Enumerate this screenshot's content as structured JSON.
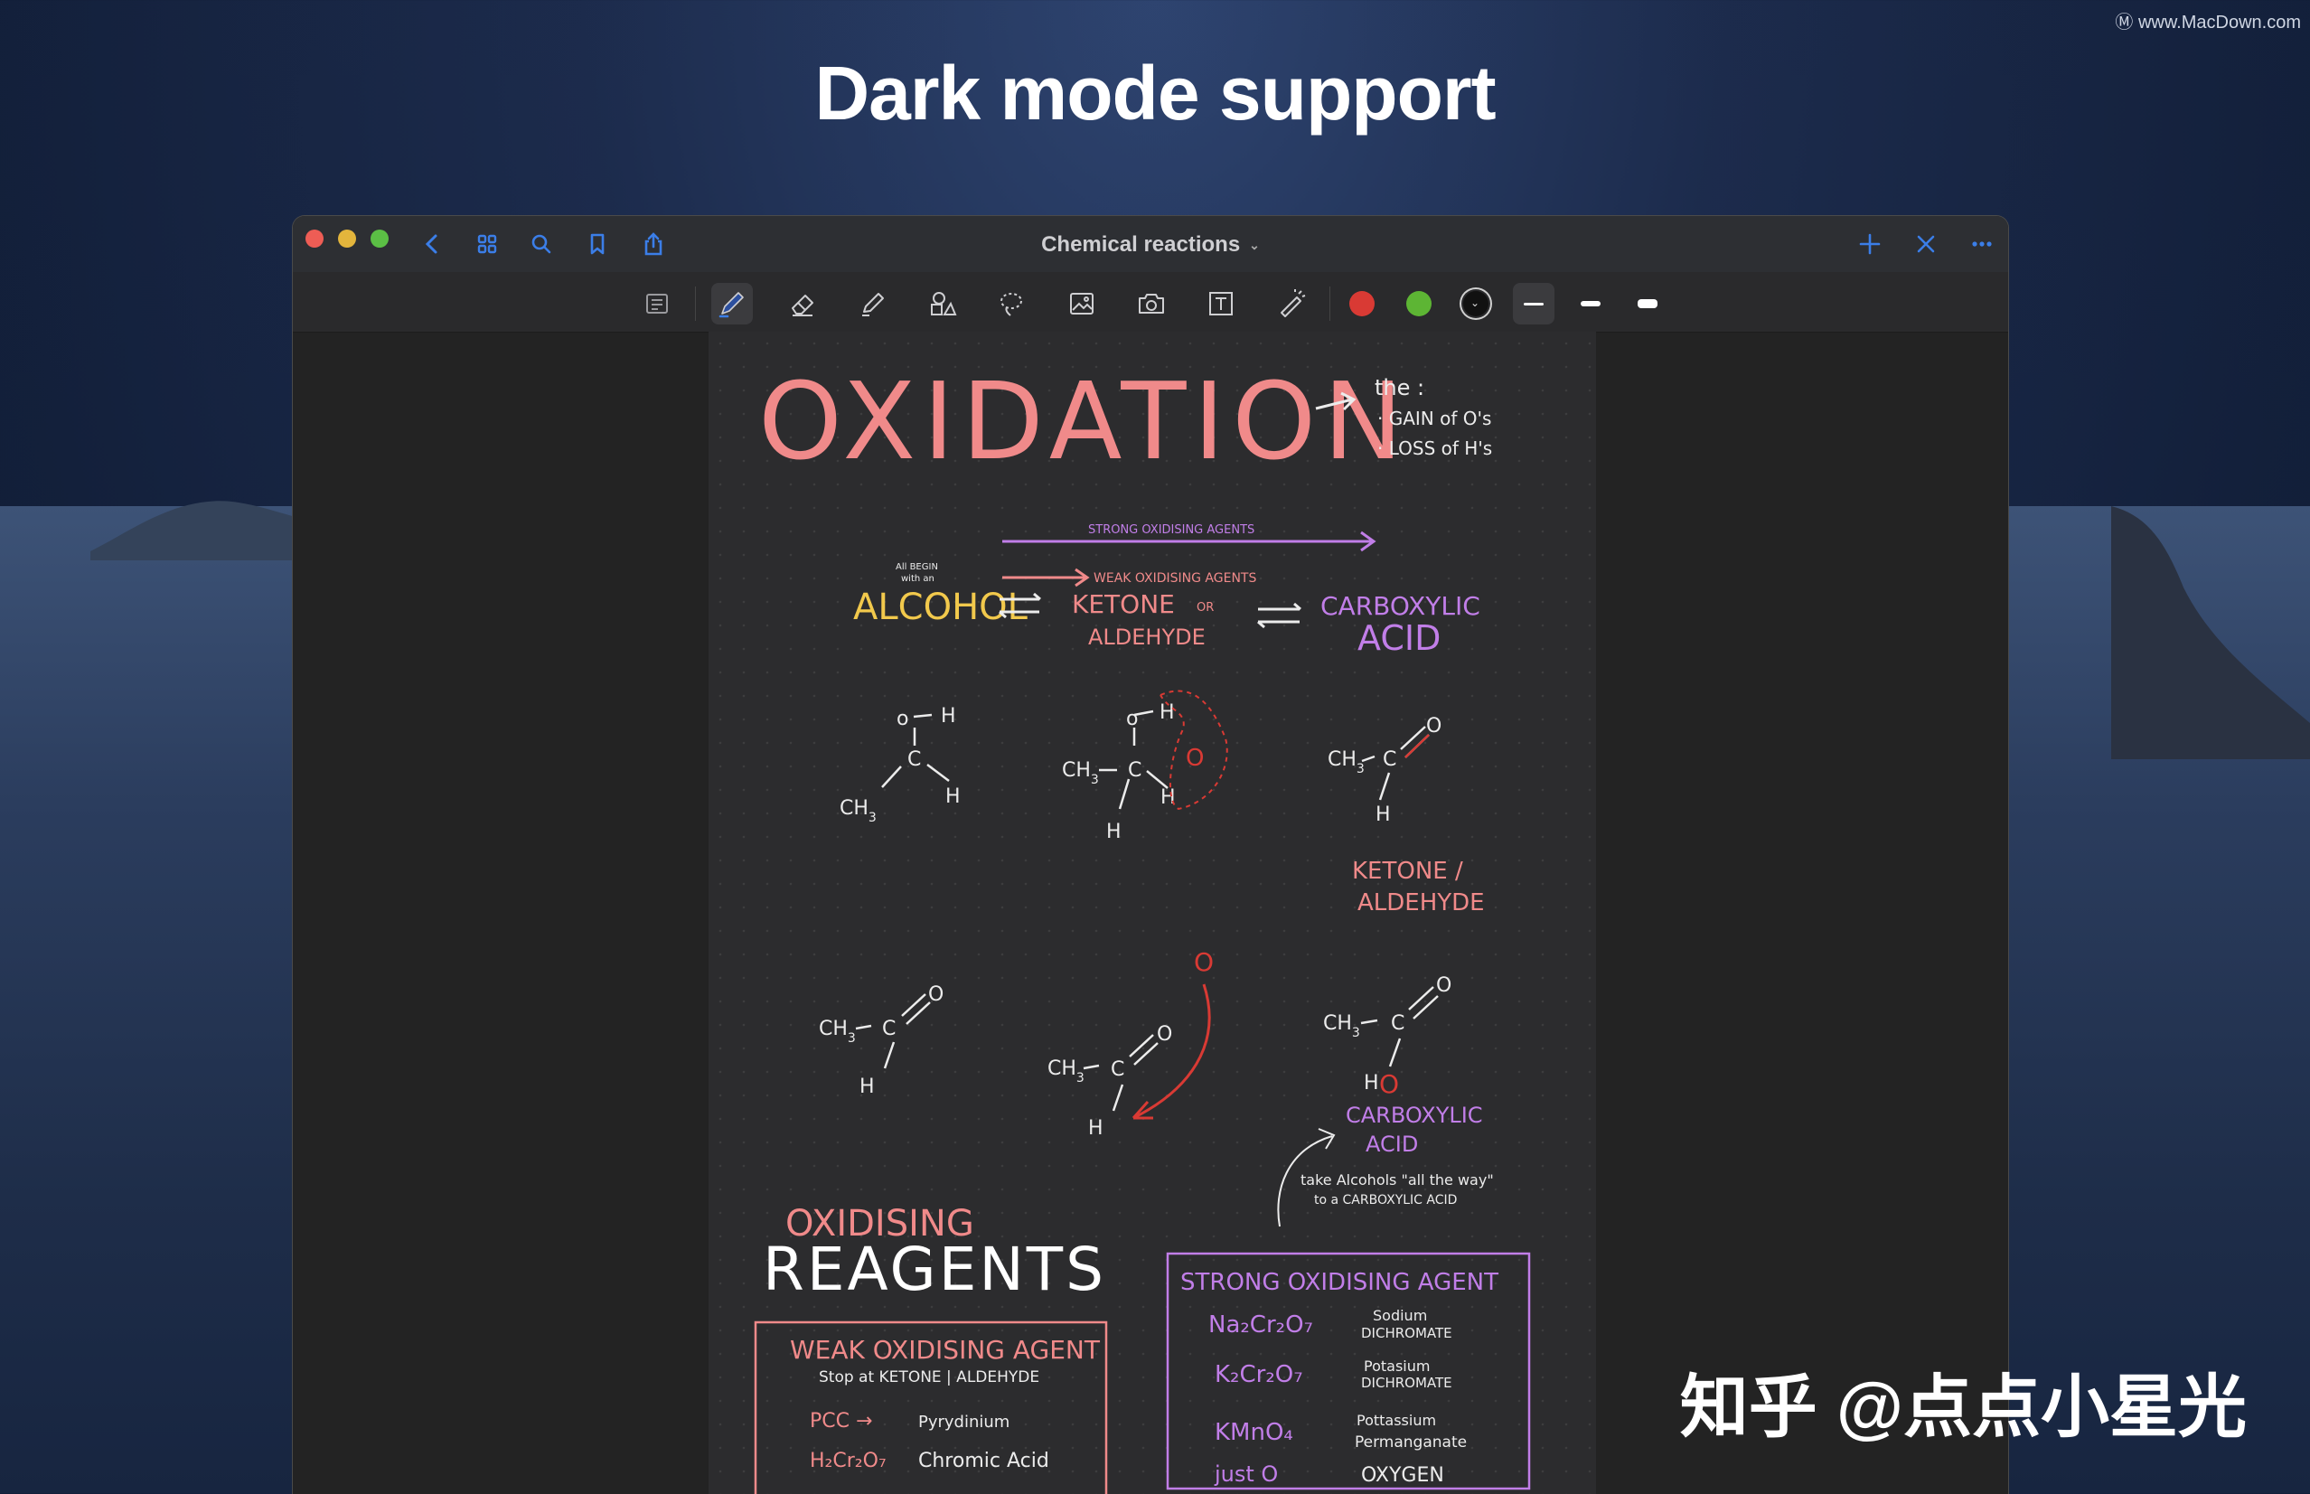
{
  "headline": "Dark mode support",
  "watermark_top": "Ⓜ www.MacDown.com",
  "watermark_bottom": "知乎 @点点小星光",
  "window": {
    "title": "Chemical reactions",
    "titlebar_icons": [
      "back-icon",
      "grid-icon",
      "search-icon",
      "bookmark-icon",
      "share-icon"
    ],
    "right_icons": [
      "add-icon",
      "close-icon",
      "more-icon"
    ]
  },
  "toolbar": {
    "tools": [
      "read-mode-icon",
      "pen-icon",
      "eraser-icon",
      "highlighter-icon",
      "shapes-icon",
      "lasso-icon",
      "image-icon",
      "camera-icon",
      "text-icon",
      "laser-pointer-icon"
    ],
    "selected_tool": "pen-icon",
    "colors": [
      "#d93a34",
      "#5db534",
      "#111111"
    ],
    "selected_color": "#111111"
  },
  "note": {
    "title": "OXIDATION",
    "definition_head": "the :",
    "definition_lines": [
      "· GAIN  of  O's",
      "· LOSS  of  H's"
    ],
    "strong_arrow": "STRONG OXIDISING AGENTS",
    "weak_arrow": "WEAK OXIDISING AGENTS",
    "begin_note_1": "All BEGIN",
    "begin_note_2": "with an",
    "alcohol": "ALCOHOL",
    "ketone_1": "KETONE",
    "ketone_or": "OR",
    "ketone_2": "ALDEHYDE",
    "carboxylic_1": "CARBOXYLIC",
    "carboxylic_2": "ACID",
    "ketone_label_1": "KETONE /",
    "ketone_label_2": "ALDEHYDE",
    "acid_label_1": "CARBOXYLIC",
    "acid_label_2": "ACID",
    "take_note_1": "take  Alcohols  \"all  the  way\"",
    "take_note_2": "to  a  CARBOXYLIC  ACID",
    "reagents_1": "OXIDISING",
    "reagents_2": "REAGENTS",
    "weak_box_title": "WEAK OXIDISING AGENT",
    "weak_box_sub": "Stop at  KETONE | ALDEHYDE",
    "weak_items": [
      {
        "formula": "PCC  →",
        "name": "Pyrydinium"
      },
      {
        "formula": "H₂Cr₂O₇",
        "name": "Chromic  Acid"
      }
    ],
    "strong_box_title": "STRONG OXIDISING AGENT",
    "strong_items": [
      {
        "formula": "Na₂Cr₂O₇",
        "name1": "Sodium",
        "name2": "DICHROMATE"
      },
      {
        "formula": "K₂Cr₂O₇",
        "name1": "Potasium",
        "name2": "DICHROMATE"
      },
      {
        "formula": "KMnO₄",
        "name1": "Pottassium",
        "name2": "Permanganate"
      },
      {
        "formula": "just  O",
        "name1": "OXYGEN",
        "name2": ""
      }
    ]
  }
}
